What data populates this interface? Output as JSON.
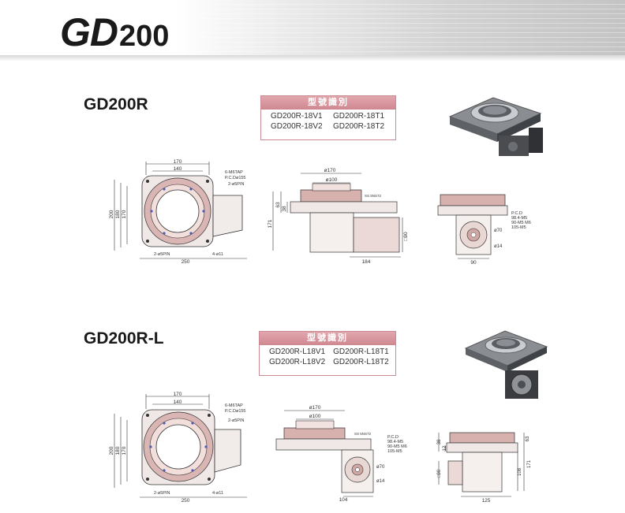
{
  "header": {
    "title_prefix": "GD",
    "title_number": "200"
  },
  "sections": [
    {
      "title": "GD200R",
      "model_box": {
        "heading": "型號識別",
        "models": [
          "GD200R-18V1",
          "GD200R-18T1",
          "GD200R-18V2",
          "GD200R-18T2"
        ]
      },
      "top_view": {
        "dims": [
          "170",
          "140",
          "200",
          "180",
          "170",
          "250",
          "6-M6TAP",
          "P.C.Dø155",
          "2-ø5PIN",
          "2-ø5PIN",
          "4-ø11"
        ]
      },
      "side_view": {
        "dims": [
          "ø170",
          "ø100",
          "63",
          "38",
          "171",
          "184",
          "□90",
          "SS 5NS72"
        ]
      },
      "front_view": {
        "dims": [
          "P.C.D",
          "98.4-M5",
          "90-M5 M6",
          "105-M5",
          "ø70",
          "ø14",
          "90"
        ]
      }
    },
    {
      "title": "GD200R-L",
      "model_box": {
        "heading": "型號識別",
        "models": [
          "GD200R-L18V1",
          "GD200R-L18T1",
          "GD200R-L18V2",
          "GD200R-L18T2"
        ]
      },
      "top_view": {
        "dims": [
          "170",
          "140",
          "200",
          "180",
          "170",
          "250",
          "6-M6TAP",
          "P.C.Dø155",
          "2-ø5PIN",
          "2-ø5PIN",
          "4-ø11"
        ]
      },
      "side_view": {
        "dims": [
          "ø170",
          "ø100",
          "P.C.D",
          "98.4-M5",
          "90-M5 M6",
          "105-M5",
          "ø70",
          "ø14",
          "104",
          "SS 5NS72"
        ]
      },
      "front_view": {
        "dims": [
          "38",
          "12",
          "□90",
          "63",
          "171",
          "108",
          "125"
        ]
      }
    }
  ]
}
